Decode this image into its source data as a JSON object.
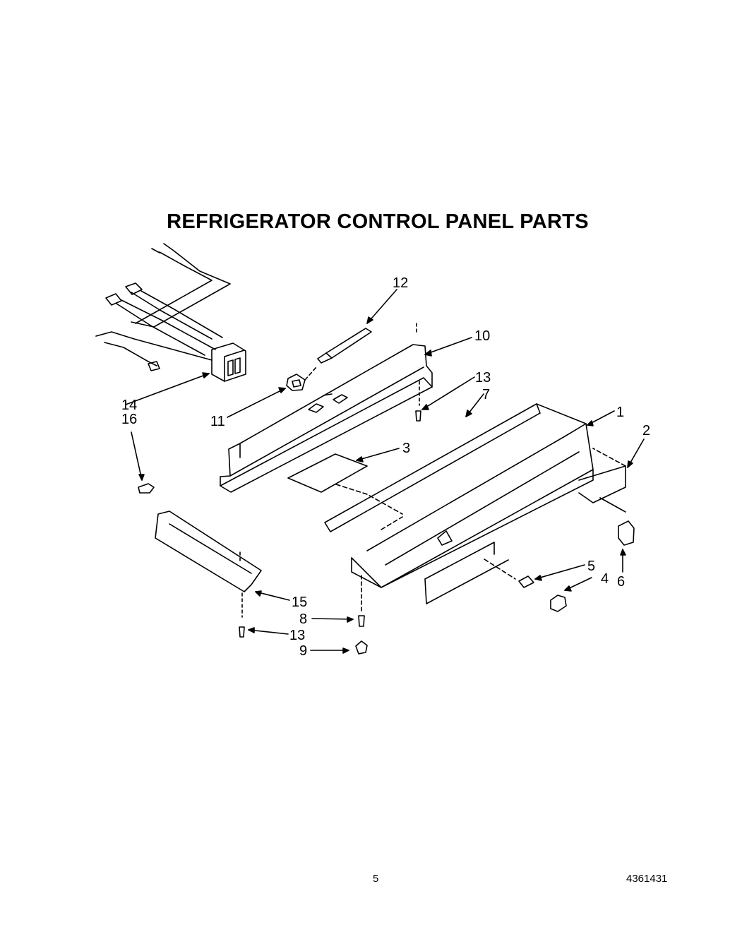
{
  "title": "REFRIGERATOR CONTROL PANEL PARTS",
  "page_number": "5",
  "document_number": "4361431",
  "callouts": {
    "c1": "1",
    "c2": "2",
    "c3": "3",
    "c4": "4",
    "c5": "5",
    "c6": "6",
    "c7": "7",
    "c8": "8",
    "c9": "9",
    "c10": "10",
    "c11": "11",
    "c12": "12",
    "c13a": "13",
    "c13b": "13",
    "c14": "14",
    "c15": "15",
    "c16": "16"
  }
}
